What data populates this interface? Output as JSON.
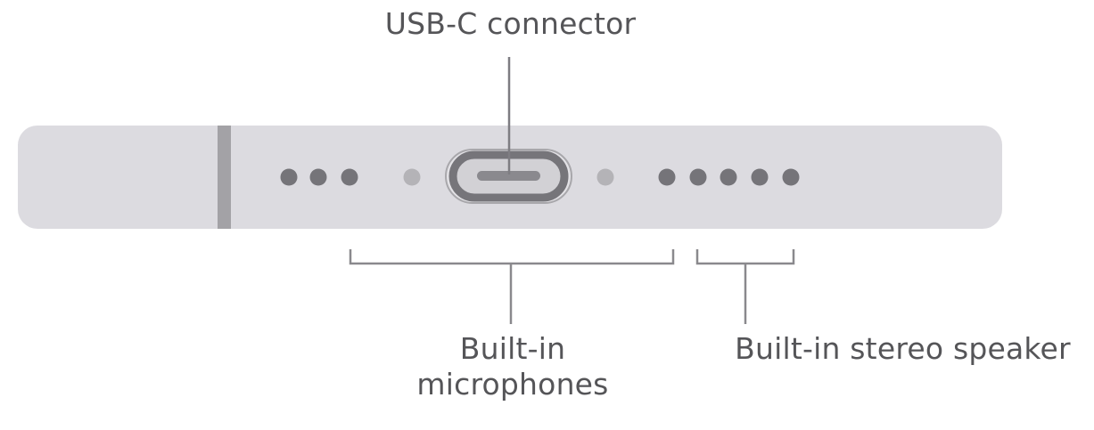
{
  "labels": {
    "usb_connector": "USB-C connector",
    "microphones_line1": "Built-in",
    "microphones_line2": "microphones",
    "stereo_speaker": "Built-in stereo speaker"
  },
  "colors": {
    "device_body": "#dcdbe0",
    "divider": "#a3a2a6",
    "hole_dark": "#757479",
    "hole_light": "#b4b3b7",
    "port_ring": "#8b8a8e",
    "port_inner": "#c9c8cc",
    "callout_line": "#8a898d",
    "text": "#555558"
  },
  "diagram": {
    "left_hole_count": 3,
    "right_hole_count": 5
  }
}
